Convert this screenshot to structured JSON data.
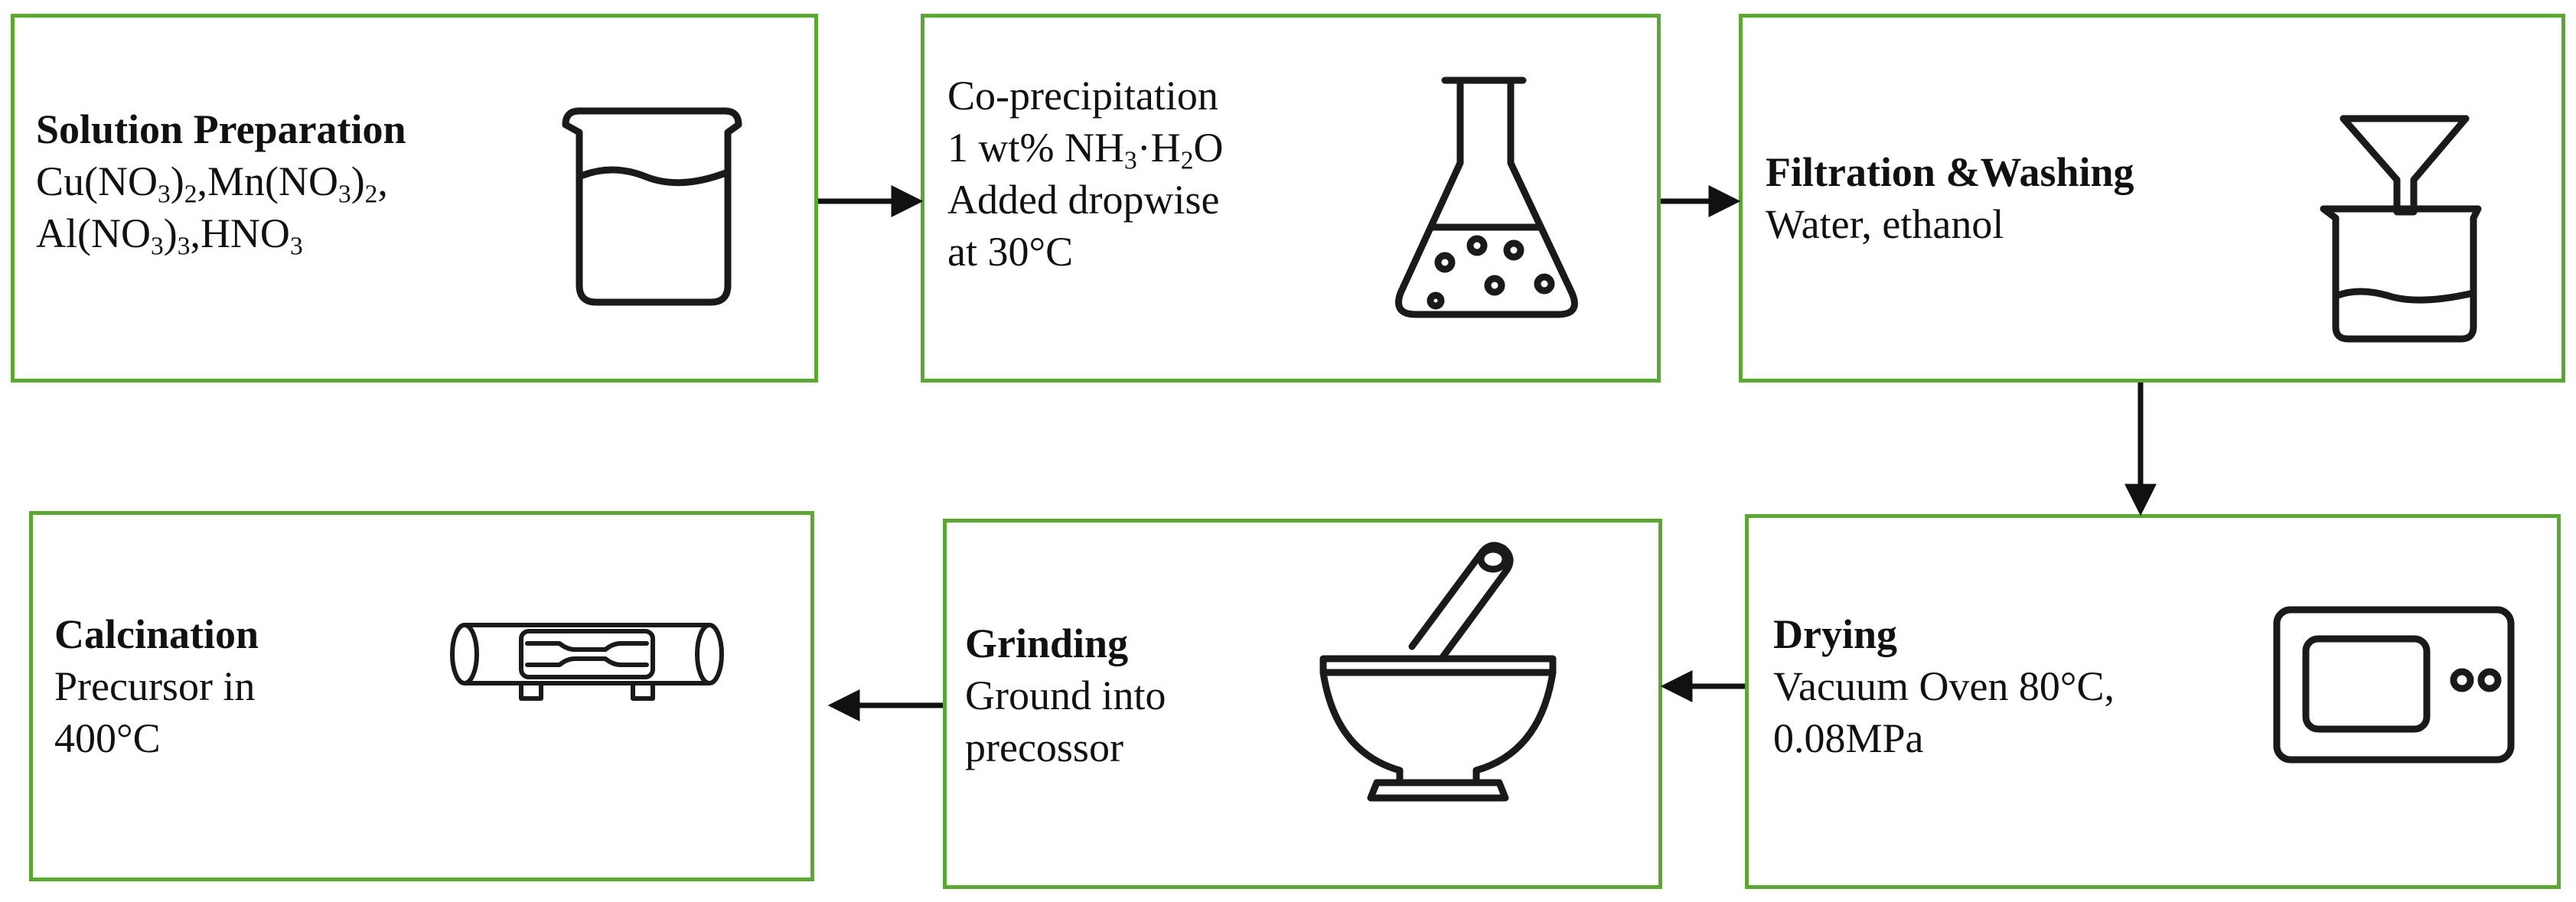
{
  "steps": {
    "solution": {
      "title": "Solution Preparation",
      "line1_a": "Cu(NO",
      "line1_s1": "3",
      "line1_b": ")",
      "line1_s2": "2",
      "line1_c": ",Mn(NO",
      "line1_s3": "3",
      "line1_d": ")",
      "line1_s4": "2",
      "line1_e": ",",
      "line2_a": "Al(NO",
      "line2_s1": "3",
      "line2_b": ")",
      "line2_s2": "3",
      "line2_c": ",HNO",
      "line2_s3": "3",
      "icon": "beaker-icon"
    },
    "coprecip": {
      "line1": "Co-precipitation",
      "line2_a": "1 wt% NH",
      "line2_s1": "3",
      "line2_b": "·H",
      "line2_s2": "2",
      "line2_c": "O",
      "line3": "Added dropwise",
      "line4": "at 30°C",
      "icon": "erlenmeyer-flask-icon"
    },
    "filtration": {
      "title": "Filtration &Washing",
      "line1": "Water, ethanol",
      "icon": "funnel-beaker-icon"
    },
    "drying": {
      "title": "Drying",
      "line1": "Vacuum Oven 80°C,",
      "line2": "0.08MPa",
      "icon": "oven-icon"
    },
    "grinding": {
      "title": "Grinding",
      "line1": "Ground into",
      "line2": "precossor",
      "icon": "mortar-pestle-icon"
    },
    "calcination": {
      "title": "Calcination",
      "line1": "Precursor in",
      "line2": "400°C",
      "icon": "tube-furnace-icon"
    }
  },
  "colors": {
    "box_border": "#5aa832",
    "arrow": "#111111",
    "icon_stroke": "#1a1a1a"
  }
}
